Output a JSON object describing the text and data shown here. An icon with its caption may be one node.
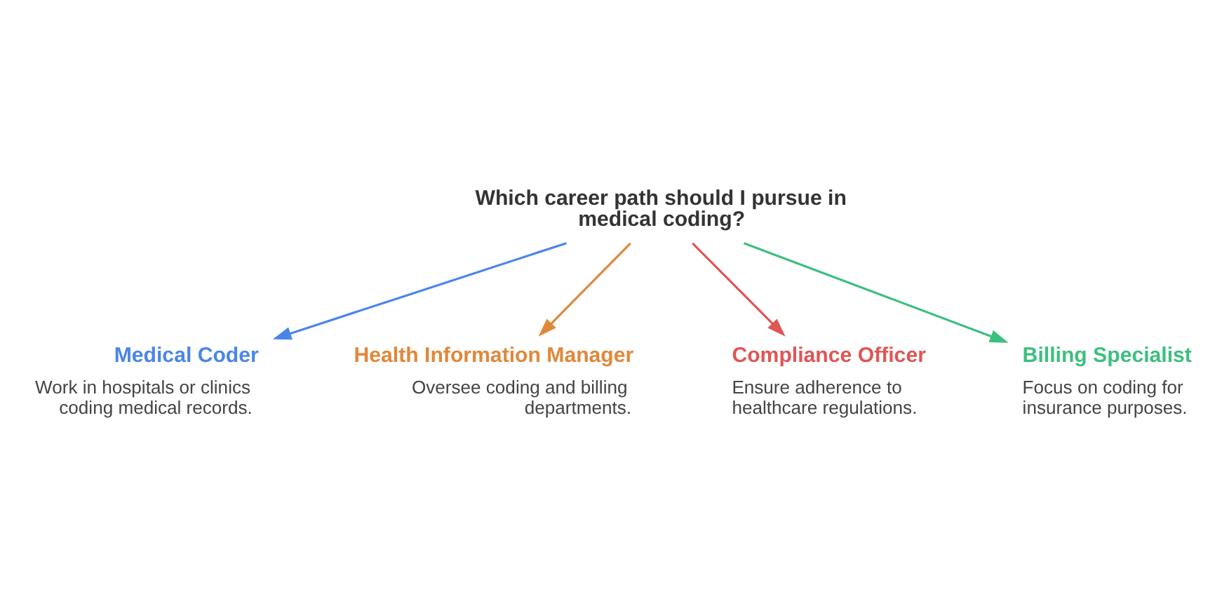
{
  "diagram": {
    "nodes": [
      {
        "text": [
          "Which career path should I pursue in medical coding?"
        ]
      },
      {
        "text": [
          "Medical Coder",
          "Work in hospitals or clinics coding medical records."
        ]
      },
      {
        "text": [
          "Health Information Manager",
          "Oversee coding and billing departments."
        ]
      },
      {
        "text": [
          "Compliance Officer",
          "Ensure adherence to healthcare regulations."
        ]
      },
      {
        "text": [
          "Billing Specialist",
          "Focus on coding for insurance purposes."
        ]
      }
    ],
    "edges": [
      {
        "from": 0,
        "to": 1,
        "arrow": "to",
        "color": "#4a86e8"
      },
      {
        "from": 0,
        "to": 2,
        "arrow": "to",
        "color": "#e0883a"
      },
      {
        "from": 0,
        "to": 3,
        "arrow": "to",
        "color": "#e05555"
      },
      {
        "from": 0,
        "to": 4,
        "arrow": "to",
        "color": "#3dbf7f"
      }
    ]
  }
}
